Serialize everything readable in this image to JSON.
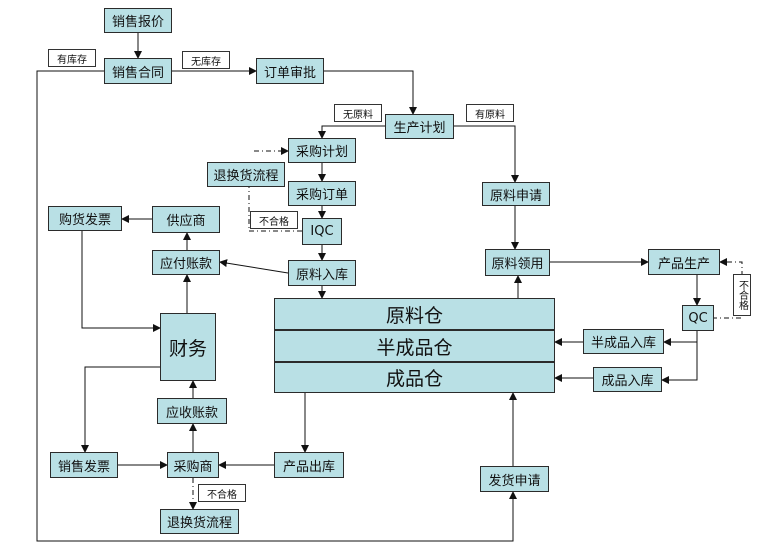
{
  "nodes": {
    "sales_quote": "销售报价",
    "sales_contract": "销售合同",
    "order_approval": "订单审批",
    "production_plan": "生产计划",
    "purchase_plan": "采购计划",
    "return_exchange_top": "退换货流程",
    "purchase_order": "采购订单",
    "iqc": "IQC",
    "supplier": "供应商",
    "purchase_invoice": "购货发票",
    "accounts_payable": "应付账款",
    "raw_inbound": "原料入库",
    "material_request": "原料申请",
    "material_issue": "原料领用",
    "product_production": "产品生产",
    "qc": "QC",
    "finance": "财务",
    "raw_warehouse": "原料仓",
    "semi_warehouse": "半成品仓",
    "finished_warehouse": "成品仓",
    "semi_inbound": "半成品入库",
    "finished_inbound": "成品入库",
    "accounts_receivable": "应收账款",
    "sales_invoice": "销售发票",
    "buyer": "采购商",
    "product_outbound": "产品出库",
    "shipping_request": "发货申请",
    "return_exchange_bottom": "退换货流程"
  },
  "labels": {
    "in_stock": "有库存",
    "out_of_stock": "无库存",
    "no_material": "无原料",
    "has_material": "有原料",
    "unqualified_iqc": "不合格",
    "unqualified_qc": "不合格",
    "unqualified_buyer": "不合格"
  }
}
